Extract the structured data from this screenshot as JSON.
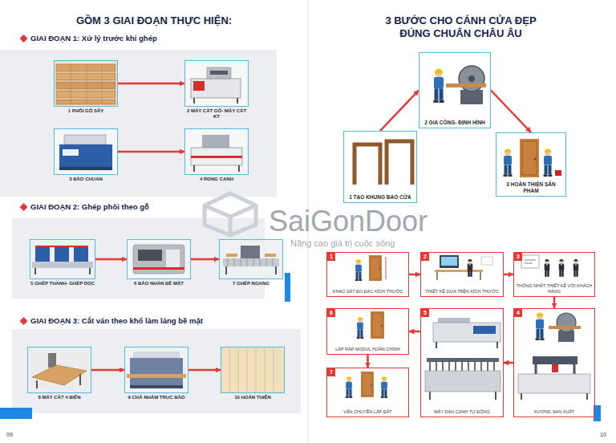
{
  "diagram": {
    "title": "GỒM 3 GIAI ĐOẠN THỰC HIỆN:",
    "nodes": [
      {
        "text": [
          "1 PHÔI GỖ SẤY"
        ]
      },
      {
        "text": [
          "2 MÁY CẮT GỖ- MÁY CẮT KT"
        ]
      },
      {
        "text": [
          "3 BÀO CHUẨN"
        ]
      },
      {
        "text": [
          "4 RONG CẠNH"
        ]
      },
      {
        "text": [
          "5 GHÉP THANH- GHÉP DỌC"
        ]
      },
      {
        "text": [
          "6 BÀO NHẴN BỀ MẶT"
        ]
      },
      {
        "text": [
          "7 GHÉP NGANG"
        ]
      },
      {
        "text": [
          "8 MÁY CẮT 4 BIÊN"
        ]
      },
      {
        "text": [
          "9 CHÀ NHÁM TRỤC BÀO"
        ]
      },
      {
        "text": [
          "10 HOÀN THIỆN"
        ]
      },
      {
        "text": [
          "2 GIA CÔNG- ĐỊNH HÌNH"
        ]
      },
      {
        "text": [
          "1 TẠO KHUNG BAO CỬA"
        ]
      },
      {
        "text": [
          "3 HOÀN THIỆN SẢN PHẨM"
        ]
      },
      {
        "text": [
          "1",
          "KHẢO SÁT ĐO ĐẠC KÍCH THƯỚC"
        ]
      },
      {
        "text": [
          "2",
          "THIẾT KẾ DỰA TRÊN KÍCH THƯỚC"
        ]
      },
      {
        "text": [
          "3",
          "THỐNG NHẤT THIẾT KẾ VỚI KHÁCH HÀNG"
        ]
      },
      {
        "text": [
          "6",
          "LẮP RÁP MODUL HOÀN CHỈNH"
        ]
      },
      {
        "text": [
          "5",
          "MÁY DÁN CẠNH TỰ ĐỘNG"
        ]
      },
      {
        "text": [
          "4",
          "XƯỞNG SẢN XUẤT"
        ]
      },
      {
        "text": [
          "7",
          "VẬN CHUYỂN LẮP ĐẶT"
        ]
      }
    ],
    "edges": [
      {
        "from": 0,
        "to": 1,
        "arrow": "to"
      },
      {
        "from": 2,
        "to": 3,
        "arrow": "to"
      },
      {
        "from": 4,
        "to": 5,
        "arrow": "to"
      },
      {
        "from": 5,
        "to": 6,
        "arrow": "to"
      },
      {
        "from": 7,
        "to": 8,
        "arrow": "to"
      },
      {
        "from": 8,
        "to": 9,
        "arrow": "to"
      },
      {
        "from": 11,
        "to": 10,
        "arrow": "to"
      },
      {
        "from": 10,
        "to": 12,
        "arrow": "to"
      },
      {
        "from": 13,
        "to": 14,
        "arrow": "to"
      },
      {
        "from": 14,
        "to": 15,
        "arrow": "to"
      },
      {
        "from": 15,
        "to": 18,
        "arrow": "to"
      },
      {
        "from": 18,
        "to": 17,
        "arrow": "to"
      },
      {
        "from": 17,
        "to": 16,
        "arrow": "to"
      },
      {
        "from": 16,
        "to": 19,
        "arrow": "to"
      }
    ],
    "labels": [
      "3 BƯỚC CHO CÁNH CỬA ĐẸP ĐÚNG CHUẨN CHÂU ÂU",
      "GIAI ĐOẠN 1: Xử lý trước khi ghép",
      "GIAI ĐOẠN 2: Ghép phôi theo gỗ",
      "GIAI ĐOẠN 3: Cắt ván theo khổ làm láng bề mặt",
      "SaiGonDoor",
      "Nâng cao giá trị cuộc sống",
      "09",
      "10"
    ]
  }
}
